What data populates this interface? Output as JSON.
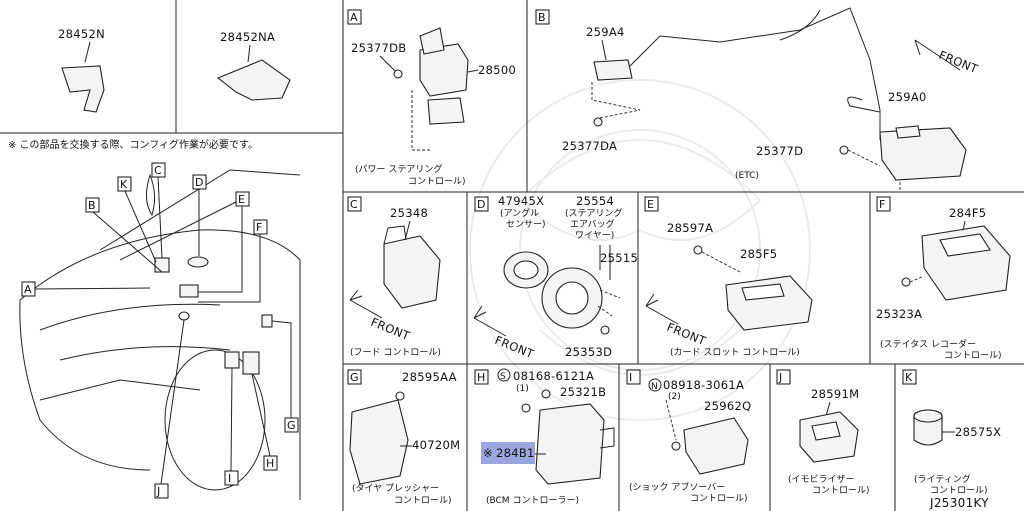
{
  "drawing_id": "J25301KY",
  "note": "※ この部品を交換する際、コンフィグ作業が必要です。",
  "callout_letters": [
    "A",
    "B",
    "C",
    "D",
    "E",
    "F",
    "G",
    "H",
    "I",
    "J",
    "K"
  ],
  "top_left": {
    "left_part": "28452N",
    "right_part": "28452NA"
  },
  "panels": {
    "A": {
      "letter": "A",
      "parts": [
        "25377DB",
        "28500"
      ],
      "caption": [
        "(パワー ステアリング",
        "コントロール)"
      ]
    },
    "B": {
      "letter": "B",
      "parts": [
        "259A4",
        "259A0",
        "25377DA",
        "25377D"
      ],
      "caption": [
        "(ETC)"
      ],
      "front": "FRONT"
    },
    "C": {
      "letter": "C",
      "parts": [
        "25348"
      ],
      "caption": [
        "(フード コントロール)"
      ],
      "front": "FRONT"
    },
    "D": {
      "letter": "D",
      "parts": [
        "47945X",
        "25554",
        "25515",
        "25353D"
      ],
      "sub1": [
        "(アングル",
        "センサー)"
      ],
      "sub2": [
        "(ステアリング",
        "エアバッグ",
        "ワイヤー)"
      ],
      "front": "FRONT"
    },
    "E": {
      "letter": "E",
      "parts": [
        "28597A",
        "285F5"
      ],
      "caption": [
        "(カード スロット コントロール)"
      ],
      "front": "FRONT"
    },
    "F": {
      "letter": "F",
      "parts": [
        "284F5",
        "25323A"
      ],
      "caption": [
        "(ステイタス レコーダー",
        "コントロール)"
      ]
    },
    "G": {
      "letter": "G",
      "parts": [
        "28595AA",
        "40720M"
      ],
      "caption": [
        "(タイヤ プレッシャー",
        "コントロール)"
      ]
    },
    "H": {
      "letter": "H",
      "parts": [
        "08168-6121A",
        "(1)",
        "25321B",
        "284B1"
      ],
      "mark": "※",
      "bolt_symbol": "S",
      "caption": [
        "(BCM コントローラー)"
      ]
    },
    "I": {
      "letter": "I",
      "parts": [
        "08918-3061A",
        "(2)",
        "25962Q"
      ],
      "nut_symbol": "N",
      "caption": [
        "(ショック アブソーバー",
        "コントロール)"
      ]
    },
    "J": {
      "letter": "J",
      "parts": [
        "28591M"
      ],
      "caption": [
        "(イモビライザー",
        "コントロール)"
      ]
    },
    "K": {
      "letter": "K",
      "parts": [
        "28575X"
      ],
      "caption": [
        "(ライティング",
        "コントロール)"
      ]
    }
  },
  "highlight_color": "#9aa6dd"
}
